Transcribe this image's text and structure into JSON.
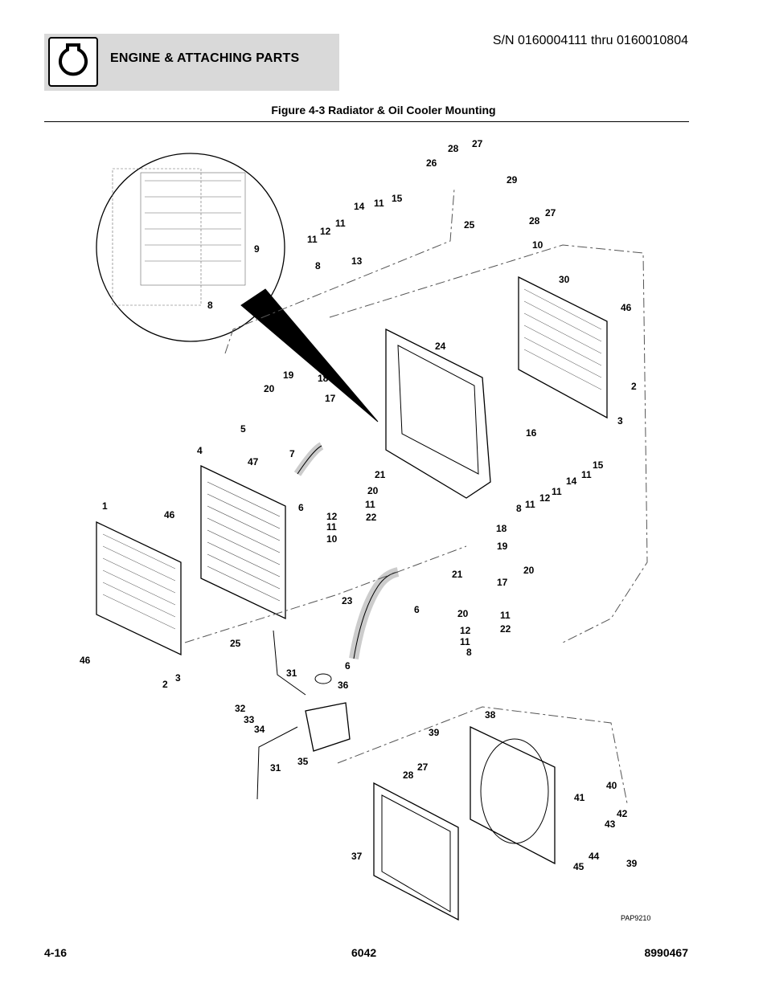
{
  "header": {
    "section_title": "ENGINE & ATTACHING PARTS",
    "serial_range": "S/N 0160004111 thru 0160010804",
    "icon": "engine-icon"
  },
  "figure": {
    "title": "Figure 4-3 Radiator & Oil Cooler Mounting",
    "drawing_code": "PAP9210",
    "callouts": [
      "1",
      "2",
      "3",
      "4",
      "5",
      "6",
      "7",
      "8",
      "9",
      "10",
      "11",
      "12",
      "13",
      "14",
      "15",
      "16",
      "17",
      "18",
      "19",
      "20",
      "21",
      "22",
      "23",
      "24",
      "25",
      "26",
      "27",
      "28",
      "29",
      "30",
      "31",
      "32",
      "33",
      "34",
      "35",
      "36",
      "37",
      "38",
      "39",
      "40",
      "41",
      "42",
      "43",
      "44",
      "45",
      "46",
      "47"
    ]
  },
  "footer": {
    "page_number": "4-16",
    "model": "6042",
    "part_number": "8990467"
  }
}
